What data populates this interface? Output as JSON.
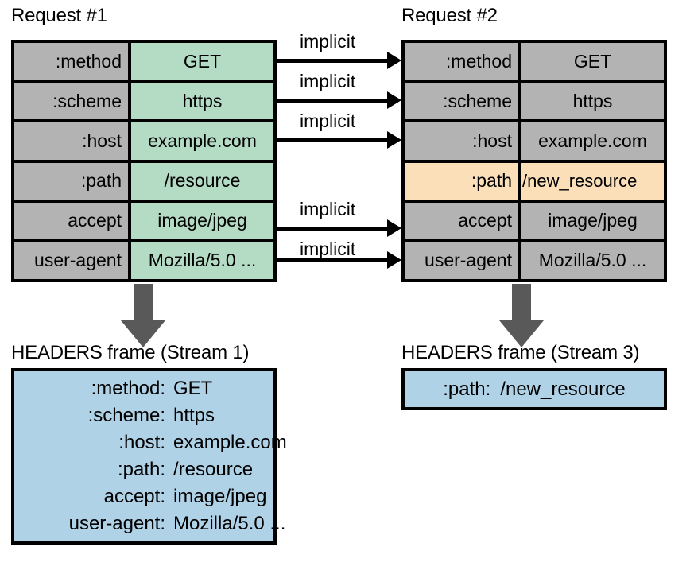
{
  "diagram": {
    "title": "HTTP/2 header compression across two requests",
    "colors": {
      "gray": "#b3b3b3",
      "green": "#b4dcc4",
      "orange": "#fadfb9",
      "blue": "#b0d2e7",
      "arrow_gray": "#595959",
      "border": "#000000"
    }
  },
  "request1": {
    "title": "Request #1",
    "rows": [
      {
        "name": ":method",
        "value": "GET",
        "name_fill": "gray",
        "value_fill": "green"
      },
      {
        "name": ":scheme",
        "value": "https",
        "name_fill": "gray",
        "value_fill": "green"
      },
      {
        "name": ":host",
        "value": "example.com",
        "name_fill": "gray",
        "value_fill": "green"
      },
      {
        "name": ":path",
        "value": "/resource",
        "name_fill": "gray",
        "value_fill": "green"
      },
      {
        "name": "accept",
        "value": "image/jpeg",
        "name_fill": "gray",
        "value_fill": "green"
      },
      {
        "name": "user-agent",
        "value": "Mozilla/5.0 ...",
        "name_fill": "gray",
        "value_fill": "green"
      }
    ]
  },
  "request2": {
    "title": "Request #2",
    "rows": [
      {
        "name": ":method",
        "value": "GET",
        "name_fill": "gray",
        "value_fill": "gray"
      },
      {
        "name": ":scheme",
        "value": "https",
        "name_fill": "gray",
        "value_fill": "gray"
      },
      {
        "name": ":host",
        "value": "example.com",
        "name_fill": "gray",
        "value_fill": "gray"
      },
      {
        "name": ":path",
        "value": "/new_resource",
        "name_fill": "orange",
        "value_fill": "orange"
      },
      {
        "name": "accept",
        "value": "image/jpeg",
        "name_fill": "gray",
        "value_fill": "gray"
      },
      {
        "name": "user-agent",
        "value": "Mozilla/5.0 ...",
        "name_fill": "gray",
        "value_fill": "gray"
      }
    ]
  },
  "connections": {
    "label": "implicit",
    "labels": [
      "implicit",
      "implicit",
      "implicit",
      "implicit",
      "implicit"
    ],
    "from_rows": [
      ":method",
      ":scheme",
      ":host",
      "accept",
      "user-agent"
    ]
  },
  "frame1": {
    "title": "HEADERS frame (Stream 1)",
    "entries": [
      {
        "key": ":method:",
        "value": "GET"
      },
      {
        "key": ":scheme:",
        "value": "https"
      },
      {
        "key": ":host:",
        "value": "example.com"
      },
      {
        "key": ":path:",
        "value": "/resource"
      },
      {
        "key": "accept:",
        "value": "image/jpeg"
      },
      {
        "key": "user-agent:",
        "value": "Mozilla/5.0 ..."
      }
    ]
  },
  "frame2": {
    "title": "HEADERS frame (Stream 3)",
    "entries": [
      {
        "key": ":path:",
        "value": "/new_resource"
      }
    ]
  }
}
